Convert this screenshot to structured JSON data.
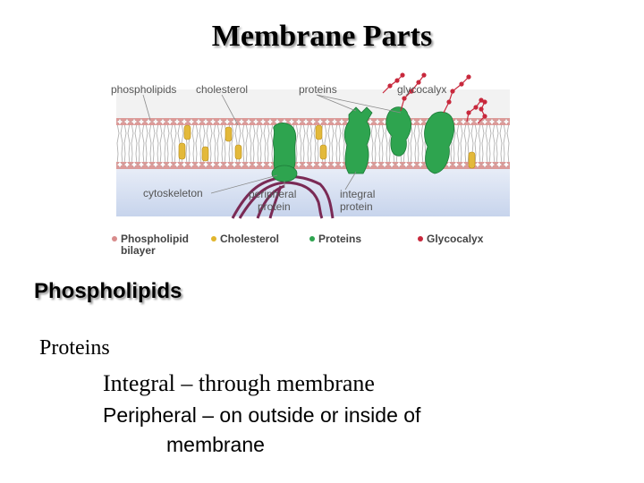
{
  "title": "Membrane Parts",
  "figure": {
    "labels": {
      "phospholipids": "phospholipids",
      "cholesterol": "cholesterol",
      "proteins": "proteins",
      "glycocalyx": "glycocalyx",
      "cytoskeleton": "cytoskeleton",
      "peripheral_1": "peripheral",
      "peripheral_2": "protein",
      "integral_1": "integral",
      "integral_2": "protein"
    },
    "legend": [
      {
        "label_1": "Phospholipid",
        "label_2": "bilayer",
        "color": "#d88c8c"
      },
      {
        "label_1": "Cholesterol",
        "color": "#e1b52c"
      },
      {
        "label_1": "Proteins",
        "color": "#2ea44f"
      },
      {
        "label_1": "Glycocalyx",
        "color": "#c8283c"
      }
    ]
  },
  "heading": "Phospholipids",
  "text": {
    "line1": "Proteins",
    "line2": "Integral – through membrane",
    "line3": "Peripheral – on outside or inside of",
    "line4": "membrane"
  }
}
